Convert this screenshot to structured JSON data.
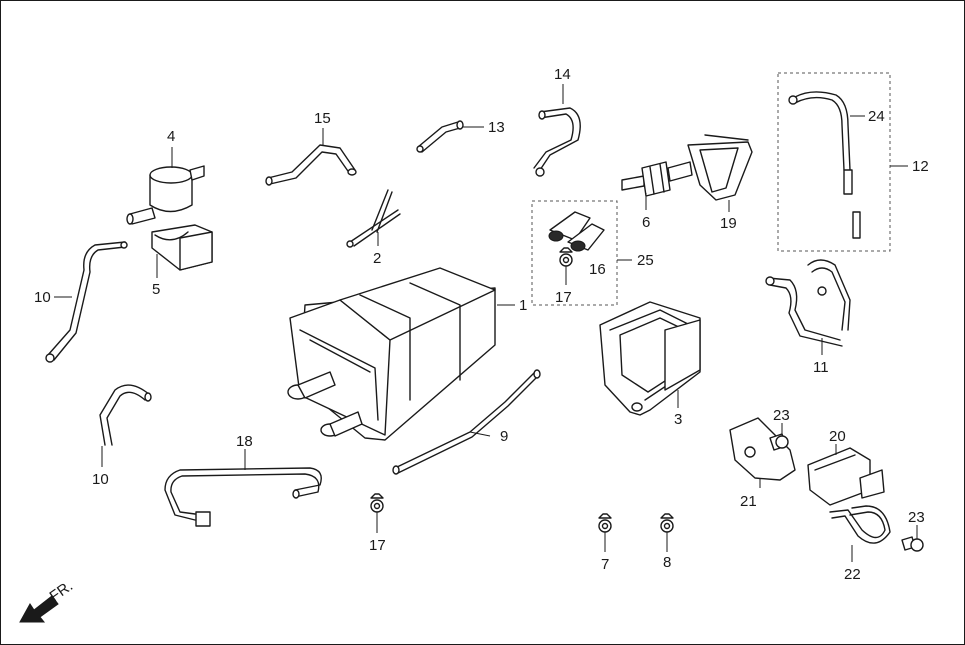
{
  "orientation_label": "FR.",
  "callouts": {
    "c1": "1",
    "c2": "2",
    "c3": "3",
    "c4": "4",
    "c5": "5",
    "c6": "6",
    "c7": "7",
    "c8": "8",
    "c9": "9",
    "c10a": "10",
    "c10b": "10",
    "c11": "11",
    "c12": "12",
    "c13": "13",
    "c14": "14",
    "c15": "15",
    "c16": "16",
    "c17a": "17",
    "c17b": "17",
    "c18": "18",
    "c19": "19",
    "c20": "20",
    "c21": "21",
    "c22": "22",
    "c23a": "23",
    "c23b": "23",
    "c24": "24",
    "c25": "25"
  },
  "colors": {
    "line": "#1a1a1a",
    "background": "#ffffff",
    "group_box": "#555555"
  }
}
